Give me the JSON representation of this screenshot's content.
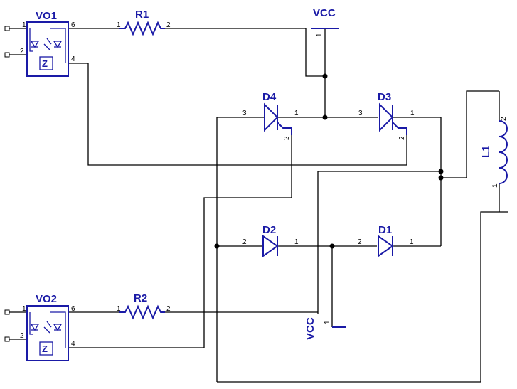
{
  "colors": {
    "component": "#1a1aa6",
    "wire": "#000000",
    "background": "#ffffff"
  },
  "components": {
    "vo1": {
      "ref": "VO1",
      "pins": [
        "1",
        "2",
        "6",
        "4"
      ],
      "zener_label": "Z"
    },
    "vo2": {
      "ref": "VO2",
      "pins": [
        "1",
        "2",
        "6",
        "4"
      ],
      "zener_label": "Z"
    },
    "r1": {
      "ref": "R1",
      "pins": [
        "1",
        "2"
      ]
    },
    "r2": {
      "ref": "R2",
      "pins": [
        "1",
        "2"
      ]
    },
    "vcc_top": {
      "ref": "VCC",
      "pin": "1"
    },
    "vcc_bottom": {
      "ref": "VCC",
      "pin": "1"
    },
    "d4": {
      "ref": "D4",
      "pins": [
        "3",
        "1",
        "2"
      ]
    },
    "d3": {
      "ref": "D3",
      "pins": [
        "3",
        "1",
        "2"
      ]
    },
    "d2": {
      "ref": "D2",
      "pins": [
        "2",
        "1"
      ]
    },
    "d1": {
      "ref": "D1",
      "pins": [
        "2",
        "1"
      ]
    },
    "l1": {
      "ref": "L1",
      "pins": [
        "2",
        "1"
      ]
    }
  }
}
